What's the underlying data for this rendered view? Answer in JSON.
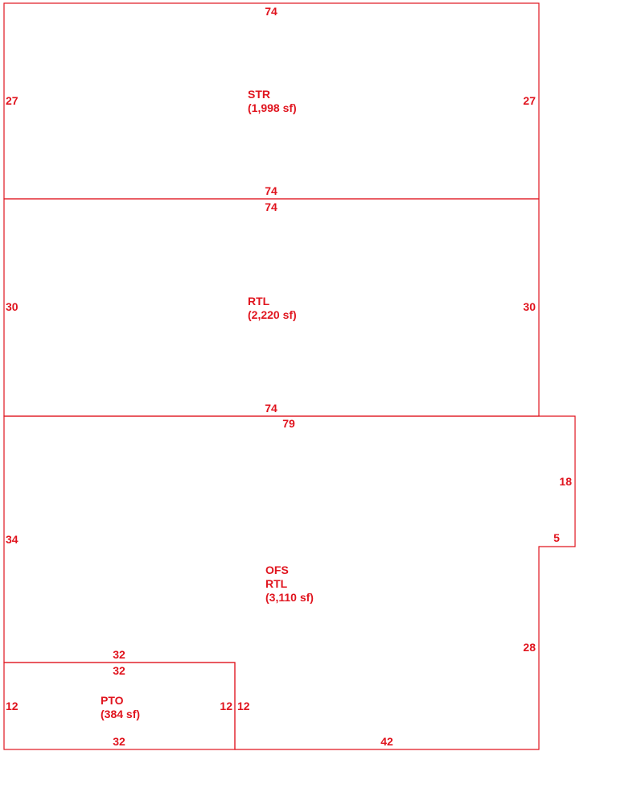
{
  "colors": {
    "line": "#e0141e",
    "background": "#ffffff"
  },
  "areas": {
    "str": {
      "code": "STR",
      "size": "(1,998 sf)",
      "dims": {
        "top": "74",
        "left": "27",
        "right": "27",
        "bottom": "74"
      }
    },
    "rtl": {
      "code": "RTL",
      "size": "(2,220 sf)",
      "dims": {
        "top": "74",
        "left": "30",
        "right": "30",
        "bottom": "74"
      }
    },
    "ofs": {
      "code_line1": "OFS",
      "code_line2": "RTL",
      "size": "(3,110 sf)",
      "dims": {
        "top": "79",
        "left": "34",
        "right_upper": "18",
        "notch": "5",
        "right_lower": "28",
        "bottom": "42",
        "inner_top": "32",
        "inner_right": "12"
      }
    },
    "pto": {
      "code": "PTO",
      "size": "(384 sf)",
      "dims": {
        "top": "32",
        "left": "12",
        "right": "12",
        "bottom": "32"
      }
    }
  }
}
